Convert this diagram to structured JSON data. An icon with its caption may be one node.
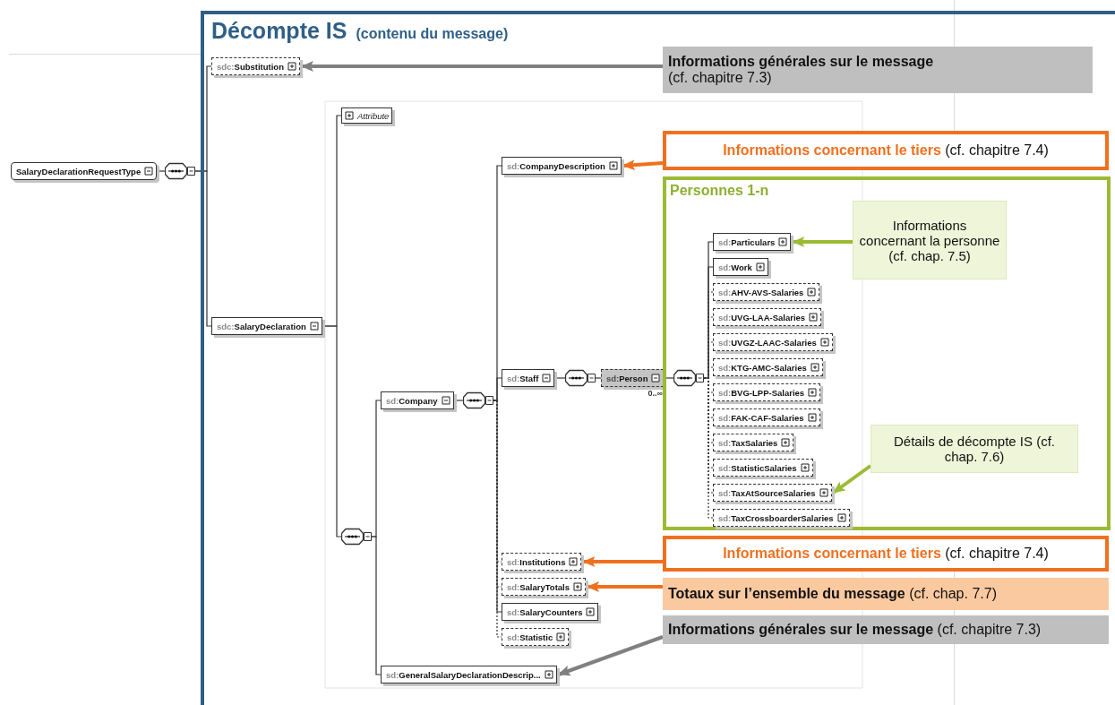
{
  "diagram": {
    "nodes": [
      {
        "text": [
          "Décompte IS",
          "(contenu du message)"
        ]
      },
      {
        "text": [
          "SalaryDeclarationRequestType"
        ]
      },
      {
        "text": [],
        "shape": "octagon"
      },
      {
        "text": [
          "sdc:**Substitution**"
        ],
        "in": 0
      },
      {
        "text": [
          "Attribute"
        ],
        "in": 0
      },
      {
        "text": [
          "sdc:**SalaryDeclaration**"
        ],
        "in": 0
      },
      {
        "text": [],
        "shape": "octagon",
        "in": 0
      },
      {
        "text": [
          "sd:**Company**"
        ],
        "in": 0
      },
      {
        "text": [],
        "shape": "octagon",
        "in": 0
      },
      {
        "text": [
          "sd:**CompanyDescription**"
        ],
        "in": 0
      },
      {
        "text": [
          "sd:**Staff**"
        ],
        "in": 0
      },
      {
        "text": [],
        "shape": "octagon",
        "in": 0
      },
      {
        "text": [
          "sd:**Person**"
        ],
        "beside": [
          "0..∞"
        ],
        "in": 0
      },
      {
        "text": [
          "Personnes 1-n"
        ],
        "in": 0
      },
      {
        "text": [],
        "shape": "octagon",
        "in": 13
      },
      {
        "text": [
          "sd:**Particulars**"
        ],
        "in": 13
      },
      {
        "text": [
          "sd:**Work**"
        ],
        "in": 13
      },
      {
        "text": [
          "sd:**AHV-AVS-Salaries**"
        ],
        "in": 13
      },
      {
        "text": [
          "sd:**UVG-LAA-Salaries**"
        ],
        "in": 13
      },
      {
        "text": [
          "sd:**UVGZ-LAAC-Salaries**"
        ],
        "in": 13
      },
      {
        "text": [
          "sd:**KTG-AMC-Salaries**"
        ],
        "in": 13
      },
      {
        "text": [
          "sd:**BVG-LPP-Salaries**"
        ],
        "in": 13
      },
      {
        "text": [
          "sd:**FAK-CAF-Salaries**"
        ],
        "in": 13
      },
      {
        "text": [
          "sd:**TaxSalaries**"
        ],
        "in": 13
      },
      {
        "text": [
          "sd:**StatisticSalaries**"
        ],
        "in": 13
      },
      {
        "text": [
          "sd:**TaxAtSourceSalaries**"
        ],
        "in": 13
      },
      {
        "text": [
          "sd:**TaxCrossboarderSalaries**"
        ],
        "in": 13
      },
      {
        "text": [
          "Informations concernant la personne (cf. chap. 7.5)"
        ],
        "in": 13
      },
      {
        "text": [
          "Détails de décompte IS (cf. chap. 7.6)"
        ],
        "in": 13
      },
      {
        "text": [
          "sd:**Institutions**"
        ],
        "in": 0
      },
      {
        "text": [
          "sd:**SalaryTotals**"
        ],
        "in": 0
      },
      {
        "text": [
          "sd:**SalaryCounters**"
        ],
        "in": 0
      },
      {
        "text": [
          "sd:**Statistic**"
        ],
        "in": 0
      },
      {
        "text": [
          "sd:**GeneralSalaryDeclarationDescrip...**"
        ],
        "in": 0
      },
      {
        "text": [
          "Informations générales sur le message",
          "(cf. chapitre 7.3)"
        ],
        "in": 0
      },
      {
        "text": [
          "**Informations concernant le tiers** (cf. chapitre 7.4)"
        ],
        "in": 0
      },
      {
        "text": [
          "**Informations concernant le tiers** (cf. chapitre 7.4)"
        ],
        "in": 0
      },
      {
        "text": [
          "**Totaux sur l’ensemble du message** (cf. chap. 7.7)"
        ],
        "in": 0
      },
      {
        "text": [
          "**Informations générales sur le message** (cf. chapitre 7.3)"
        ],
        "in": 0
      }
    ],
    "edges": [
      {
        "from": 1,
        "to": 2,
        "arrow": "none"
      },
      {
        "from": 2,
        "to": 3,
        "arrow": "none"
      },
      {
        "from": 2,
        "to": 5,
        "arrow": "none"
      },
      {
        "from": 5,
        "to": 4,
        "arrow": "none"
      },
      {
        "from": 5,
        "to": 6,
        "arrow": "none"
      },
      {
        "from": 6,
        "to": 7,
        "arrow": "none"
      },
      {
        "from": 6,
        "to": 33,
        "arrow": "none"
      },
      {
        "from": 7,
        "to": 8,
        "arrow": "none"
      },
      {
        "from": 8,
        "to": 9,
        "arrow": "none"
      },
      {
        "from": 8,
        "to": 10,
        "arrow": "none"
      },
      {
        "from": 8,
        "to": 29,
        "arrow": "none",
        "style": "dashed"
      },
      {
        "from": 8,
        "to": 30,
        "arrow": "none",
        "style": "dashed"
      },
      {
        "from": 8,
        "to": 31,
        "arrow": "none"
      },
      {
        "from": 8,
        "to": 32,
        "arrow": "none",
        "style": "dashed"
      },
      {
        "from": 10,
        "to": 11,
        "arrow": "none"
      },
      {
        "from": 11,
        "to": 12,
        "arrow": "none"
      },
      {
        "from": 12,
        "to": 14,
        "arrow": "none"
      },
      {
        "from": 14,
        "to": 15,
        "arrow": "none"
      },
      {
        "from": 14,
        "to": 16,
        "arrow": "none"
      },
      {
        "from": 14,
        "to": 17,
        "arrow": "none",
        "style": "dashed"
      },
      {
        "from": 14,
        "to": 18,
        "arrow": "none",
        "style": "dashed"
      },
      {
        "from": 14,
        "to": 19,
        "arrow": "none",
        "style": "dashed"
      },
      {
        "from": 14,
        "to": 20,
        "arrow": "none",
        "style": "dashed"
      },
      {
        "from": 14,
        "to": 21,
        "arrow": "none",
        "style": "dashed"
      },
      {
        "from": 14,
        "to": 22,
        "arrow": "none",
        "style": "dashed"
      },
      {
        "from": 14,
        "to": 23,
        "arrow": "none",
        "style": "dashed"
      },
      {
        "from": 14,
        "to": 24,
        "arrow": "none",
        "style": "dashed"
      },
      {
        "from": 14,
        "to": 25,
        "arrow": "none",
        "style": "dashed"
      },
      {
        "from": 14,
        "to": 26,
        "arrow": "none",
        "style": "dashed"
      },
      {
        "from": 34,
        "to": 3,
        "arrow": "to",
        "style": "thick",
        "color": "#808080"
      },
      {
        "from": 35,
        "to": 9,
        "arrow": "to",
        "style": "thick",
        "color": "#f07020"
      },
      {
        "from": 27,
        "to": 15,
        "arrow": "to",
        "style": "thick",
        "color": "#9bbb34"
      },
      {
        "from": 28,
        "to": 25,
        "arrow": "to",
        "style": "thick",
        "color": "#9bbb34"
      },
      {
        "from": 36,
        "to": 29,
        "arrow": "to",
        "style": "thick",
        "color": "#f07020"
      },
      {
        "from": 37,
        "to": 30,
        "arrow": "to",
        "style": "thick",
        "color": "#f07020"
      },
      {
        "from": 38,
        "to": 33,
        "arrow": "to",
        "style": "thick",
        "color": "#808080"
      }
    ]
  }
}
